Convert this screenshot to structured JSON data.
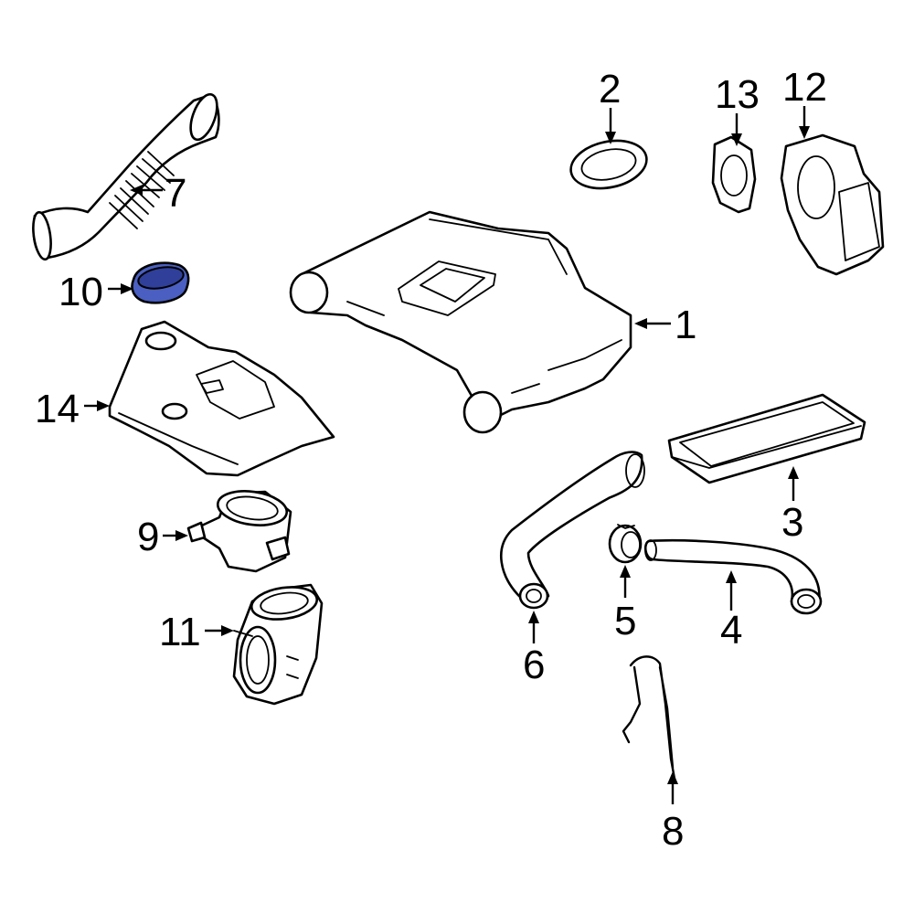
{
  "callouts": {
    "c1": "1",
    "c2": "2",
    "c3": "3",
    "c4": "4",
    "c5": "5",
    "c6": "6",
    "c7": "7",
    "c8": "8",
    "c9": "9",
    "c10": "10",
    "c11": "11",
    "c12": "12",
    "c13": "13",
    "c14": "14"
  },
  "colors": {
    "highlight_fill": "#4a5fc1",
    "line": "#000000",
    "background": "#ffffff"
  }
}
